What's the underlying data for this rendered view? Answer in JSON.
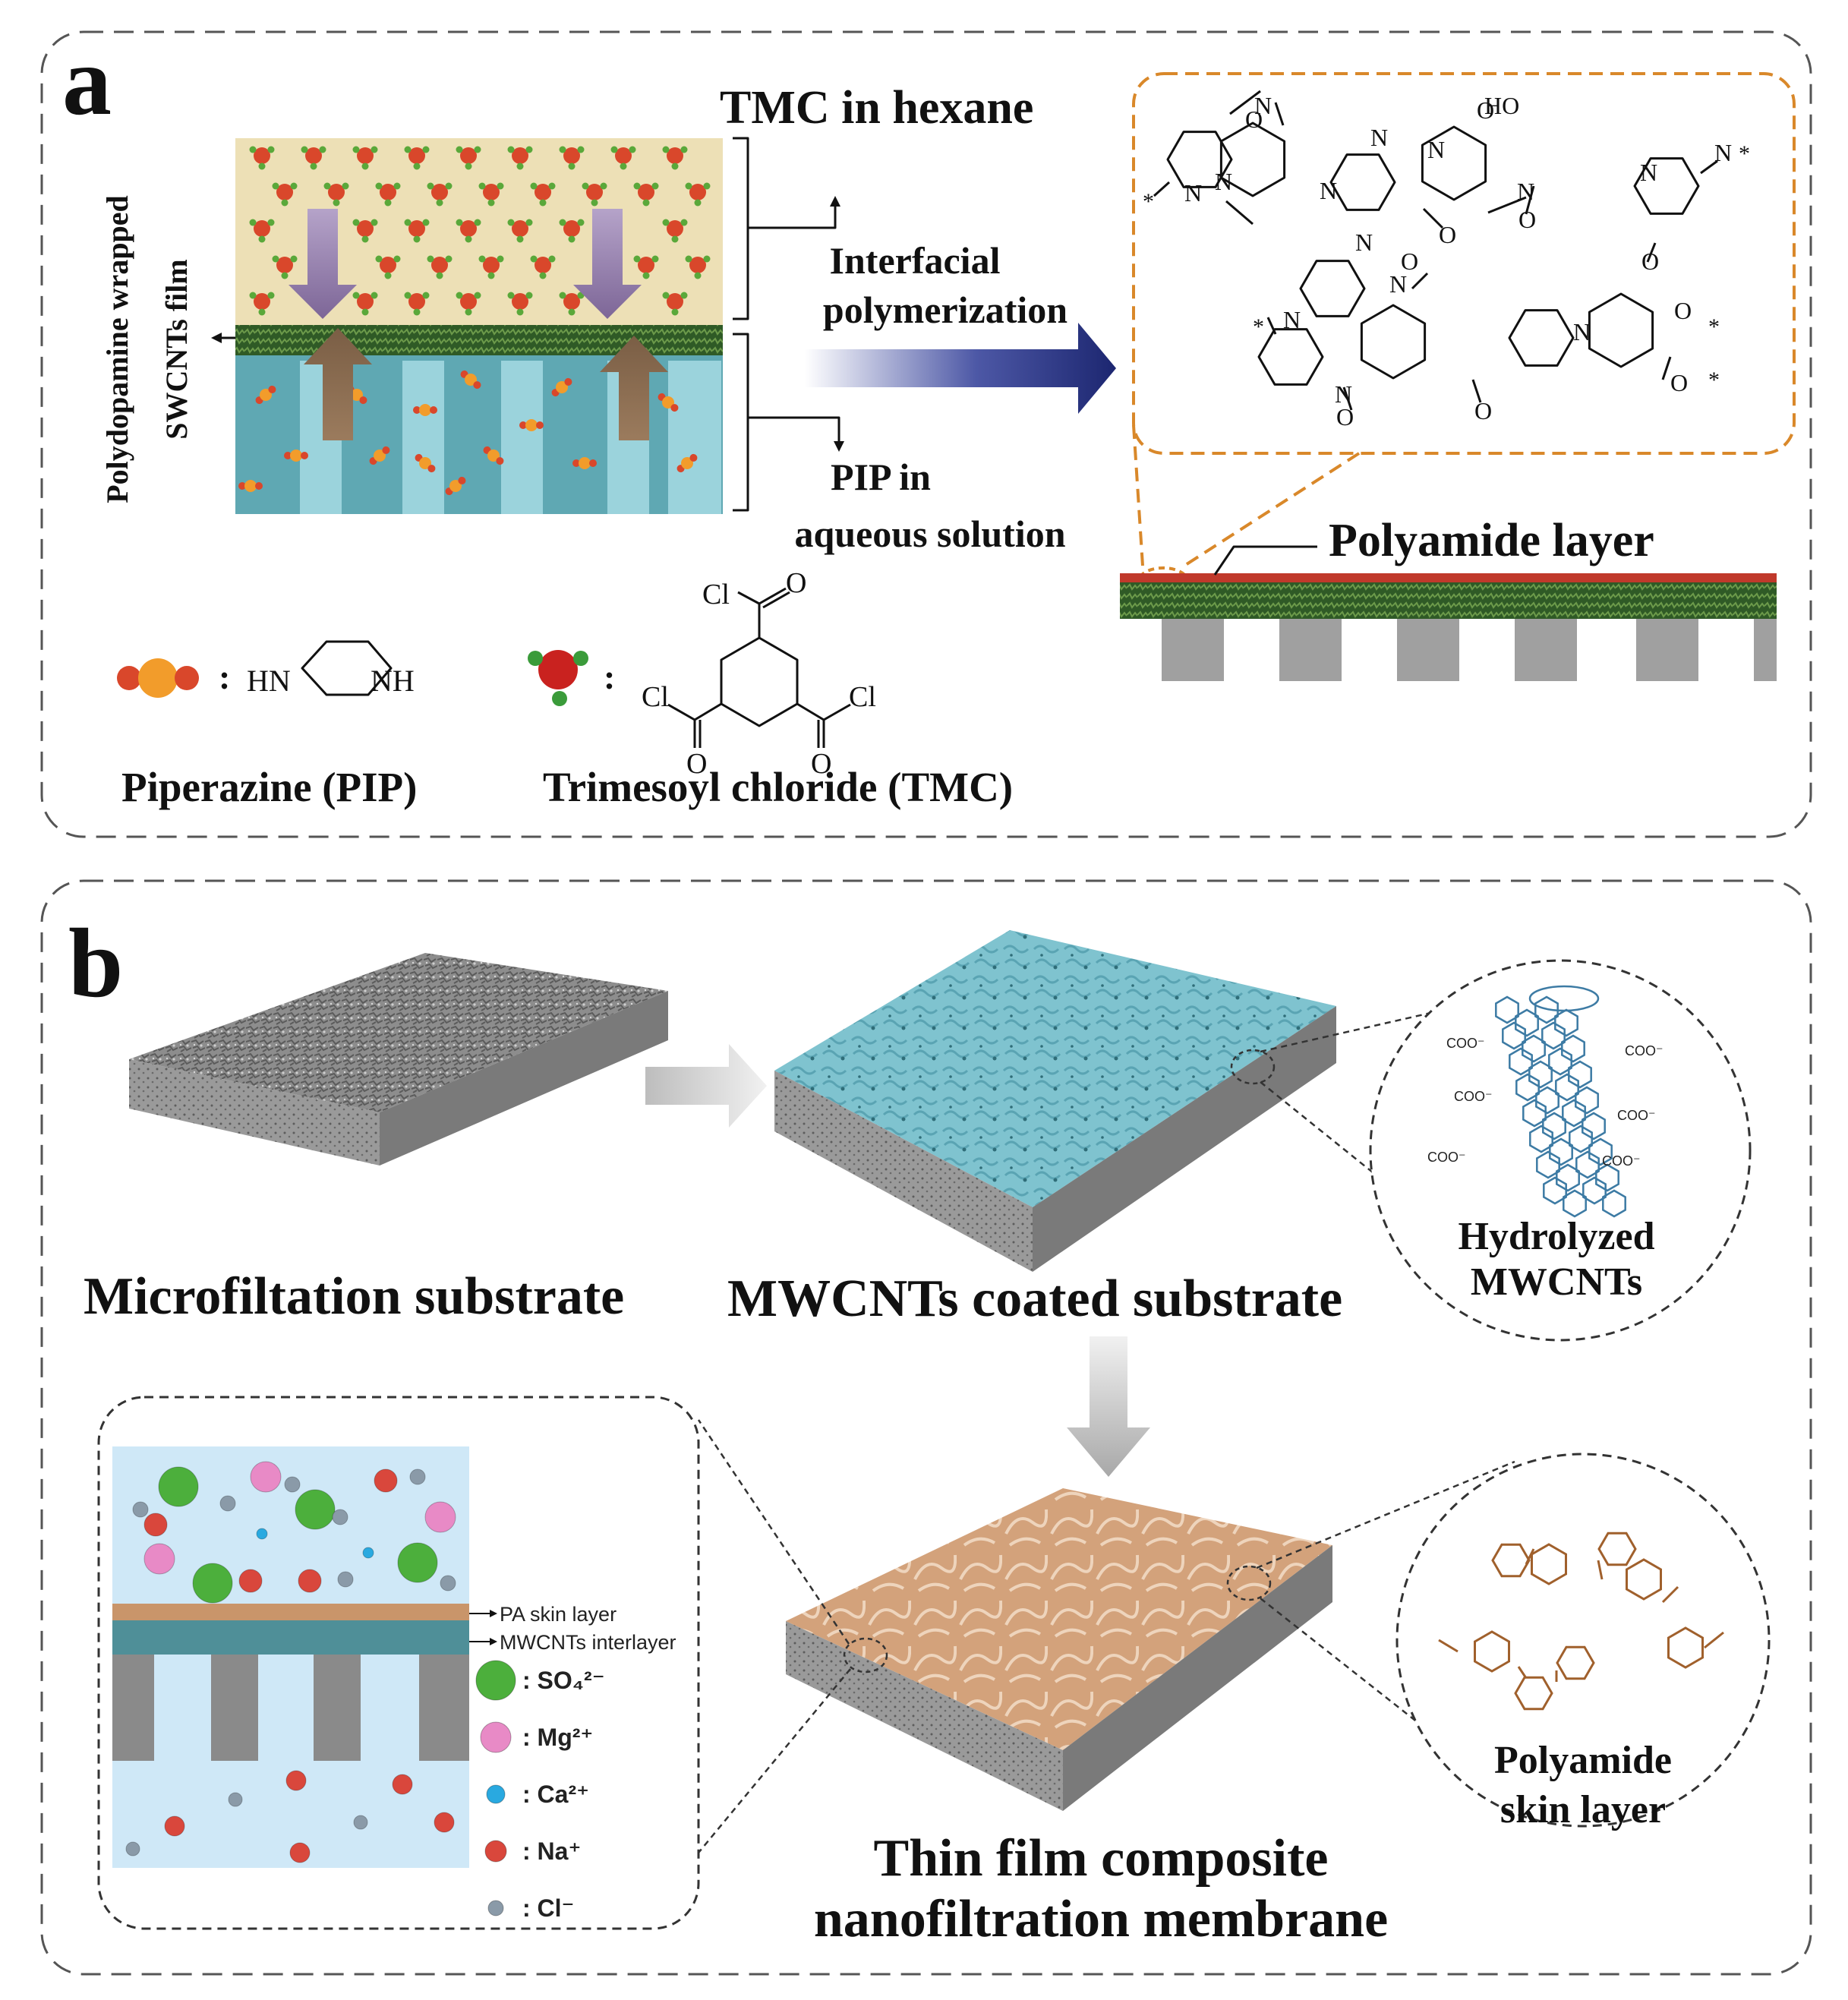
{
  "panel_a": {
    "letter": "a",
    "label_tmc_hexane": "TMC in hexane",
    "label_interfacial_1": "Interfacial",
    "label_interfacial_2": "polymerization",
    "label_pip_1": "PIP in",
    "label_pip_2": "aqueous solution",
    "label_polyamide_layer": "Polyamide layer",
    "label_side_1": "Polydopamine wrapped",
    "label_side_2": "SWCNTs film",
    "legend_pip": "Piperazine (PIP)",
    "legend_tmc": "Trimesoyl chloride (TMC)",
    "chem_hn": "HN",
    "chem_nh": "NH",
    "chem_cl": "Cl",
    "chem_o": "O",
    "chem_n": "N",
    "chem_ho": "HO",
    "chem_star": "*",
    "chem_colon": ":"
  },
  "panel_b": {
    "letter": "b",
    "label_microfiltration": "Microfiltation substrate",
    "label_mwcnts_coated": "MWCNTs coated substrate",
    "label_hydrolyzed_1": "Hydrolyzed",
    "label_hydrolyzed_2": "MWCNTs",
    "label_coo": "COO⁻",
    "label_tfc_1": "Thin film composite",
    "label_tfc_2": "nanofiltration membrane",
    "label_skin_1": "Polyamide",
    "label_skin_2": "skin layer",
    "label_pa_skin": "PA skin layer",
    "label_mwcnts_interlayer": "MWCNTs interlayer",
    "ions": [
      {
        "label": ": SO₄²⁻",
        "color": "#4caf3c"
      },
      {
        "label": ": Mg²⁺",
        "color": "#e88ac6"
      },
      {
        "label": ": Ca²⁺",
        "color": "#29a9e0"
      },
      {
        "label": ": Na⁺",
        "color": "#d9473c"
      },
      {
        "label": ": Cl⁻",
        "color": "#8a9aa8"
      }
    ]
  },
  "colors": {
    "tmc_phase": "#ede0b6",
    "aqueous_phase": "#5fa8b3",
    "swcnt_film": "#2f5a26",
    "polyamide": "#c0392b",
    "arrow_navy": "#1c2670",
    "tmc_molecule": "#d9472b",
    "pip_molecule": "#f29c2b",
    "mwcnt_surface": "#7ec4d0",
    "pa_surface": "#d5a57f",
    "orange_dash": "#d9882a"
  }
}
